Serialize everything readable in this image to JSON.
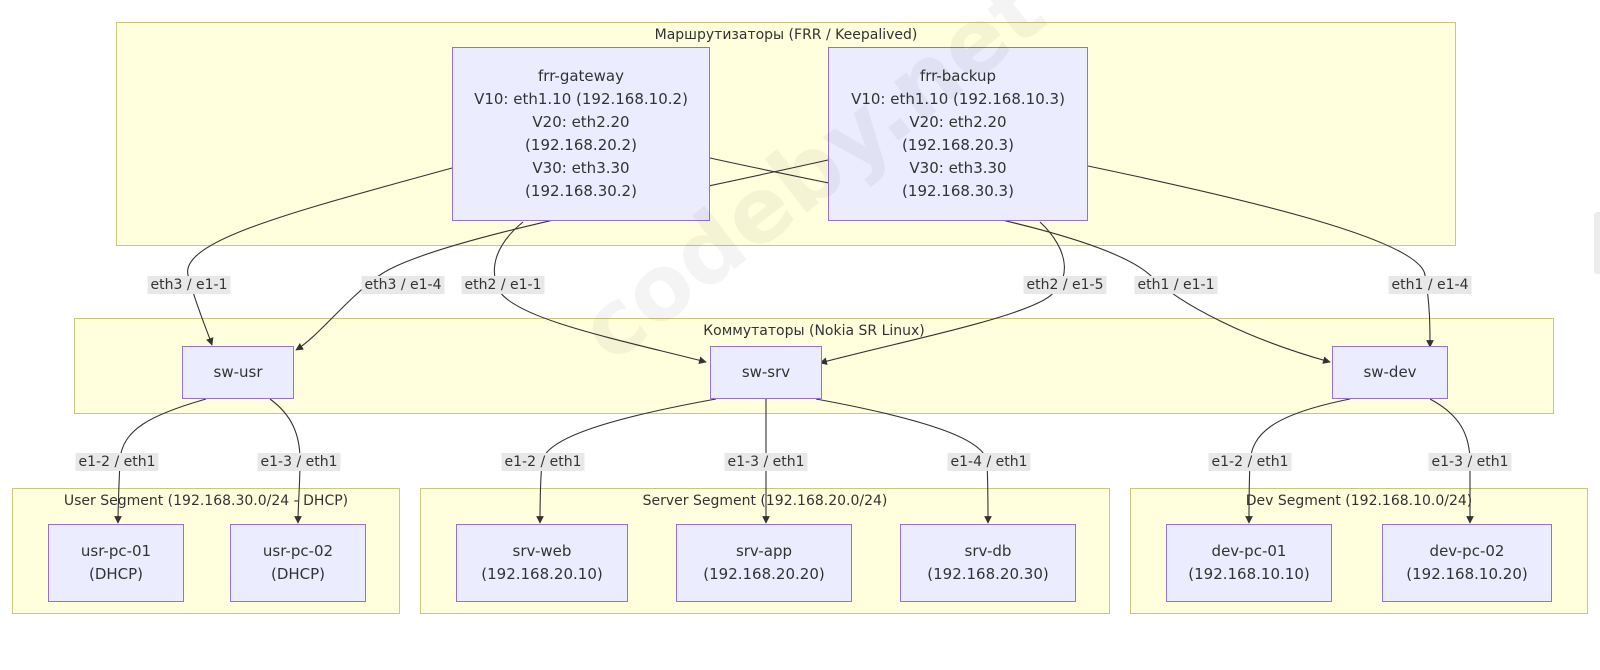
{
  "clusters": {
    "routers": "Маршрутизаторы (FRR / Keepalived)",
    "switches": "Коммутаторы (Nokia SR Linux)",
    "user_segment": "User Segment (192.168.30.0/24 - DHCP)",
    "server_segment": "Server Segment (192.168.20.0/24)",
    "dev_segment": "Dev Segment (192.168.10.0/24)"
  },
  "nodes": {
    "frr_gateway": [
      "frr-gateway",
      "V10: eth1.10 (192.168.10.2)",
      "V20: eth2.20",
      "(192.168.20.2)",
      "V30: eth3.30",
      "(192.168.30.2)"
    ],
    "frr_backup": [
      "frr-backup",
      "V10: eth1.10 (192.168.10.3)",
      "V20: eth2.20",
      "(192.168.20.3)",
      "V30: eth3.30",
      "(192.168.30.3)"
    ],
    "sw_usr": [
      "sw-usr"
    ],
    "sw_srv": [
      "sw-srv"
    ],
    "sw_dev": [
      "sw-dev"
    ],
    "usr_pc_01": [
      "usr-pc-01",
      "(DHCP)"
    ],
    "usr_pc_02": [
      "usr-pc-02",
      "(DHCP)"
    ],
    "srv_web": [
      "srv-web",
      "(192.168.20.10)"
    ],
    "srv_app": [
      "srv-app",
      "(192.168.20.20)"
    ],
    "srv_db": [
      "srv-db",
      "(192.168.20.30)"
    ],
    "dev_pc_01": [
      "dev-pc-01",
      "(192.168.10.10)"
    ],
    "dev_pc_02": [
      "dev-pc-02",
      "(192.168.10.20)"
    ]
  },
  "edges": [
    {
      "from": "frr-gateway",
      "to": "sw-usr",
      "label": "eth3 / e1-1"
    },
    {
      "from": "frr-backup",
      "to": "sw-usr",
      "label": "eth3 / e1-4"
    },
    {
      "from": "frr-gateway",
      "to": "sw-srv",
      "label": "eth2 / e1-1"
    },
    {
      "from": "frr-backup",
      "to": "sw-srv",
      "label": "eth2 / e1-5"
    },
    {
      "from": "frr-gateway",
      "to": "sw-dev",
      "label": "eth1 / e1-1"
    },
    {
      "from": "frr-backup",
      "to": "sw-dev",
      "label": "eth1 / e1-4"
    },
    {
      "from": "sw-usr",
      "to": "usr-pc-01",
      "label": "e1-2 / eth1"
    },
    {
      "from": "sw-usr",
      "to": "usr-pc-02",
      "label": "e1-3 / eth1"
    },
    {
      "from": "sw-srv",
      "to": "srv-web",
      "label": "e1-2 / eth1"
    },
    {
      "from": "sw-srv",
      "to": "srv-app",
      "label": "e1-3 / eth1"
    },
    {
      "from": "sw-srv",
      "to": "srv-db",
      "label": "e1-4 / eth1"
    },
    {
      "from": "sw-dev",
      "to": "dev-pc-01",
      "label": "e1-2 / eth1"
    },
    {
      "from": "sw-dev",
      "to": "dev-pc-02",
      "label": "e1-3 / eth1"
    }
  ],
  "watermark": "codeby.net",
  "colors": {
    "cluster_fill": "#ffffde",
    "cluster_border": "#c8c87a",
    "node_fill": "#ececff",
    "node_border": "#9370db",
    "edge": "#333333",
    "label_bg": "#e8e8e8"
  }
}
